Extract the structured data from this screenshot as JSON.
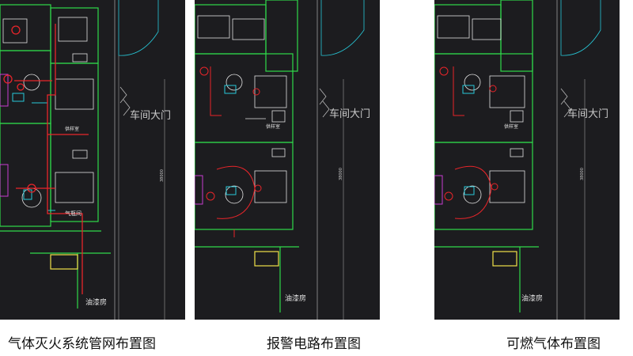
{
  "captions": {
    "panel1": "气体灭火系统管网布置图",
    "panel2": "报警电路布置图",
    "panel3": "可燃气体布置图"
  },
  "labels": {
    "gate": "车间大门",
    "gas_room": "气瓶间",
    "paint_room": "油漆房",
    "sample_room": "供样室",
    "dimension": "38000"
  },
  "colors": {
    "background": "#1c1c1f",
    "wall": "#2fd94a",
    "equipment": "#e2e2e2",
    "pipe": "#e8252a",
    "cyan": "#27c8d8",
    "magenta": "#c83cd0",
    "yellow": "#f0e24a"
  }
}
